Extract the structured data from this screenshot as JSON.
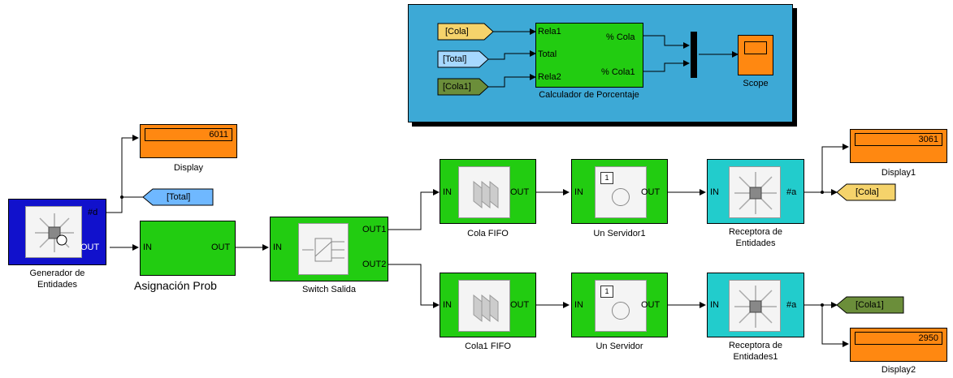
{
  "subsystem": {
    "tags": {
      "cola": "[Cola]",
      "total": "[Total]",
      "cola1": "[Cola1]"
    },
    "calculator": {
      "label": "Calculador de Porcentaje",
      "in1": "Rela1",
      "in2": "Total",
      "in3": "Rela2",
      "out1": "% Cola",
      "out2": "% Cola1"
    },
    "scope": {
      "label": "Scope"
    }
  },
  "generator": {
    "label_line1": "Generador de",
    "label_line2": "Entidades",
    "port_out": "OUT",
    "port_id": "#d"
  },
  "display": {
    "label": "Display",
    "value": "6011"
  },
  "total_tag": "[Total]",
  "asignacion": {
    "label": "Asignación Prob",
    "in": "IN",
    "out": "OUT"
  },
  "switch": {
    "label": "Switch Salida",
    "in": "IN",
    "out1": "OUT1",
    "out2": "OUT2"
  },
  "cola_fifo": {
    "label": "Cola FIFO",
    "in": "IN",
    "out": "OUT"
  },
  "cola1_fifo": {
    "label": "Cola1 FIFO",
    "in": "IN",
    "out": "OUT"
  },
  "servidor1": {
    "label": "Un Servidor1",
    "in": "IN",
    "out": "OUT",
    "badge": "1"
  },
  "servidor": {
    "label": "Un Servidor",
    "in": "IN",
    "out": "OUT",
    "badge": "1"
  },
  "receptora": {
    "label_line1": "Receptora de",
    "label_line2": "Entidades",
    "in": "IN",
    "out": "#a"
  },
  "receptora1": {
    "label_line1": "Receptora de",
    "label_line2": "Entidades1",
    "in": "IN",
    "out": "#a"
  },
  "display1": {
    "label": "Display1",
    "value": "3061"
  },
  "display2": {
    "label": "Display2",
    "value": "2950"
  },
  "cola_tag": "[Cola]",
  "cola1_tag": "[Cola1]",
  "colors": {
    "green": "#22cc11",
    "cyan": "#22cccc",
    "orange": "#ff8811",
    "blue": "#1111cc",
    "subsystem_bg": "#3da9d6"
  }
}
